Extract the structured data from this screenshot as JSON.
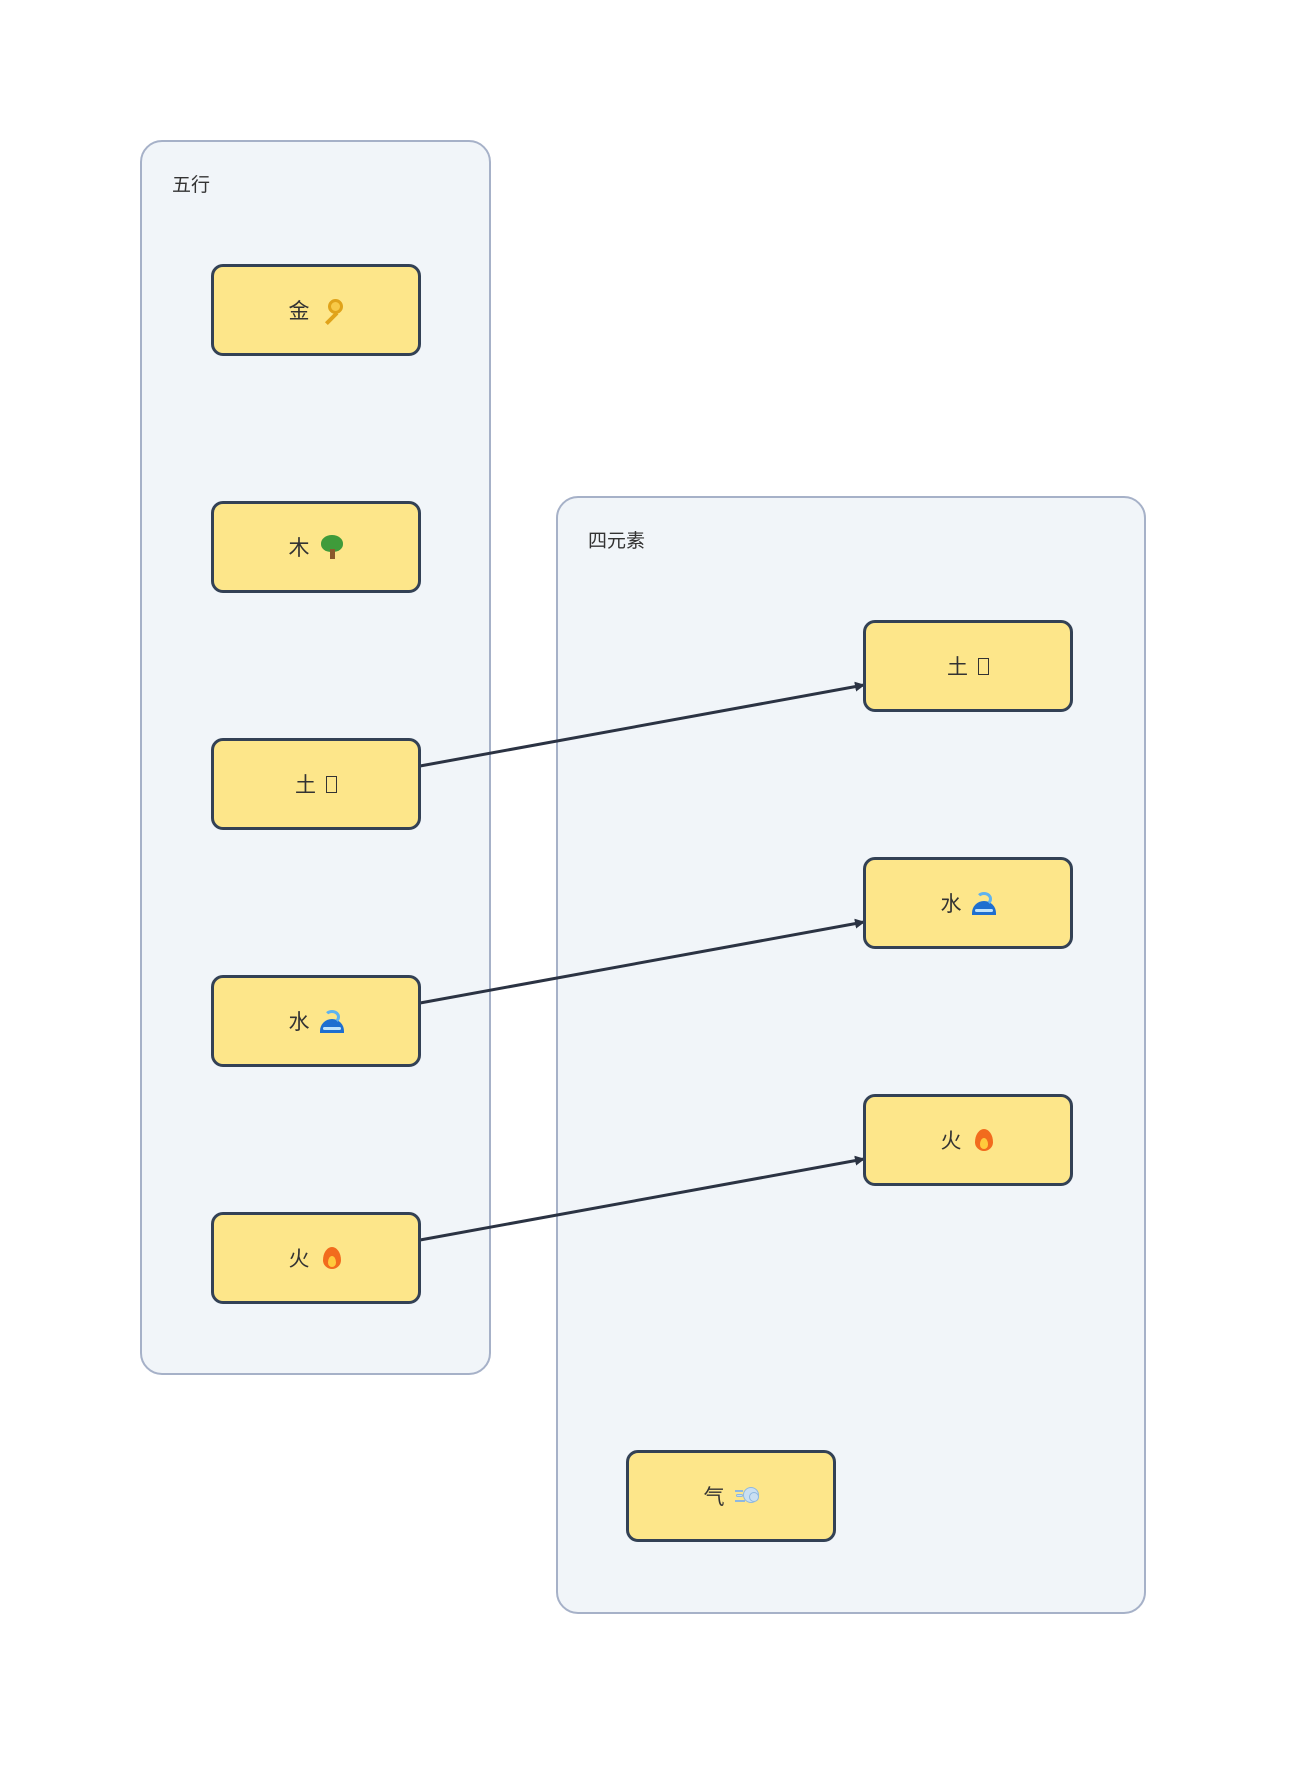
{
  "clusters": {
    "wuxing": {
      "title": "五行"
    },
    "sievs": {
      "title": "四元素"
    }
  },
  "nodes": {
    "wx_metal": {
      "label": "金",
      "icon": "key-icon"
    },
    "wx_wood": {
      "label": "木",
      "icon": "tree-icon"
    },
    "wx_earth": {
      "label": "土",
      "icon": "missing-glyph-box"
    },
    "wx_water": {
      "label": "水",
      "icon": "wave-icon"
    },
    "wx_fire": {
      "label": "火",
      "icon": "fire-icon"
    },
    "se_earth": {
      "label": "土",
      "icon": "missing-glyph-box"
    },
    "se_water": {
      "label": "水",
      "icon": "wave-icon"
    },
    "se_fire": {
      "label": "火",
      "icon": "fire-icon"
    },
    "se_air": {
      "label": "气",
      "icon": "wind-icon"
    }
  },
  "edges": [
    {
      "from": "wx_earth",
      "to": "se_earth"
    },
    {
      "from": "wx_water",
      "to": "se_water"
    },
    {
      "from": "wx_fire",
      "to": "se_fire"
    }
  ],
  "colors": {
    "cluster_fill": "#f1f5f9",
    "cluster_border": "#a6b1c8",
    "node_fill": "#fde68a",
    "node_border": "#334155",
    "edge": "#2b3343"
  }
}
